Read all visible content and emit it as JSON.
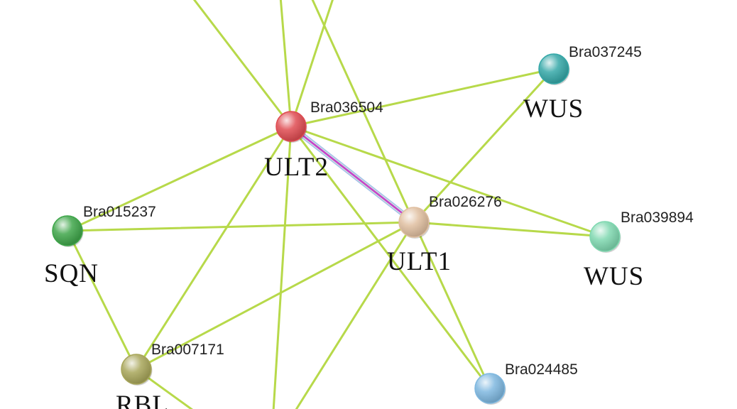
{
  "colors": {
    "edge": "#b7d94a",
    "edge_experimental": "#c43fd6",
    "edge_database": "#a9c4e8"
  },
  "nodes": [
    {
      "key": "n036504",
      "id_label": "Bra036504",
      "gene": "ULT2",
      "color": "#e04c52"
    },
    {
      "key": "n026276",
      "id_label": "Bra026276",
      "gene": "ULT1",
      "color": "#e0bfa0"
    },
    {
      "key": "n037245",
      "id_label": "Bra037245",
      "gene": "WUS",
      "color": "#35a8a8"
    },
    {
      "key": "n039894",
      "id_label": "Bra039894",
      "gene": "WUS",
      "color": "#7fd8b0"
    },
    {
      "key": "n015237",
      "id_label": "Bra015237",
      "gene": "SQN",
      "color": "#3fa64a"
    },
    {
      "key": "n007171",
      "id_label": "Bra007171",
      "gene": "RBL",
      "color": "#a8a65a"
    },
    {
      "key": "n024485",
      "id_label": "Bra024485",
      "gene": "",
      "color": "#7fb8e0"
    }
  ],
  "edges": [
    [
      "n036504",
      "n026276"
    ],
    [
      "n036504",
      "n037245"
    ],
    [
      "n036504",
      "n039894"
    ],
    [
      "n036504",
      "n015237"
    ],
    [
      "n036504",
      "n007171"
    ],
    [
      "n036504",
      "n024485"
    ],
    [
      "n026276",
      "n037245"
    ],
    [
      "n026276",
      "n039894"
    ],
    [
      "n026276",
      "n015237"
    ],
    [
      "n026276",
      "n007171"
    ],
    [
      "n026276",
      "n024485"
    ],
    [
      "n015237",
      "n007171"
    ]
  ],
  "strong_edge": [
    "n036504",
    "n026276"
  ]
}
